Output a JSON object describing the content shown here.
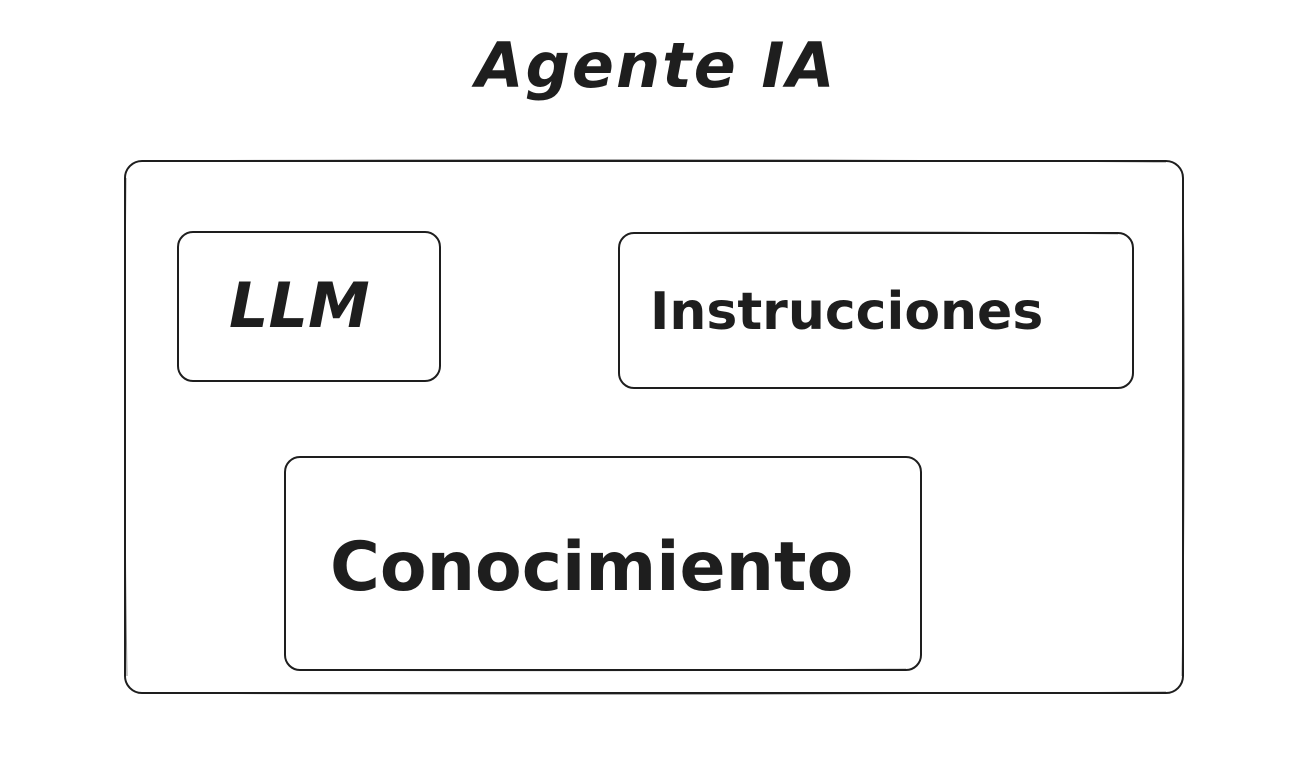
{
  "diagram": {
    "title": "Agente IA",
    "container": {
      "label": "Agente IA",
      "components": [
        {
          "id": "llm",
          "label": "LLM"
        },
        {
          "id": "instrucciones",
          "label": "Instrucciones"
        },
        {
          "id": "conocimiento",
          "label": "Conocimiento"
        }
      ]
    },
    "colors": {
      "stroke": "#1e1e1e",
      "background": "#ffffff"
    }
  }
}
